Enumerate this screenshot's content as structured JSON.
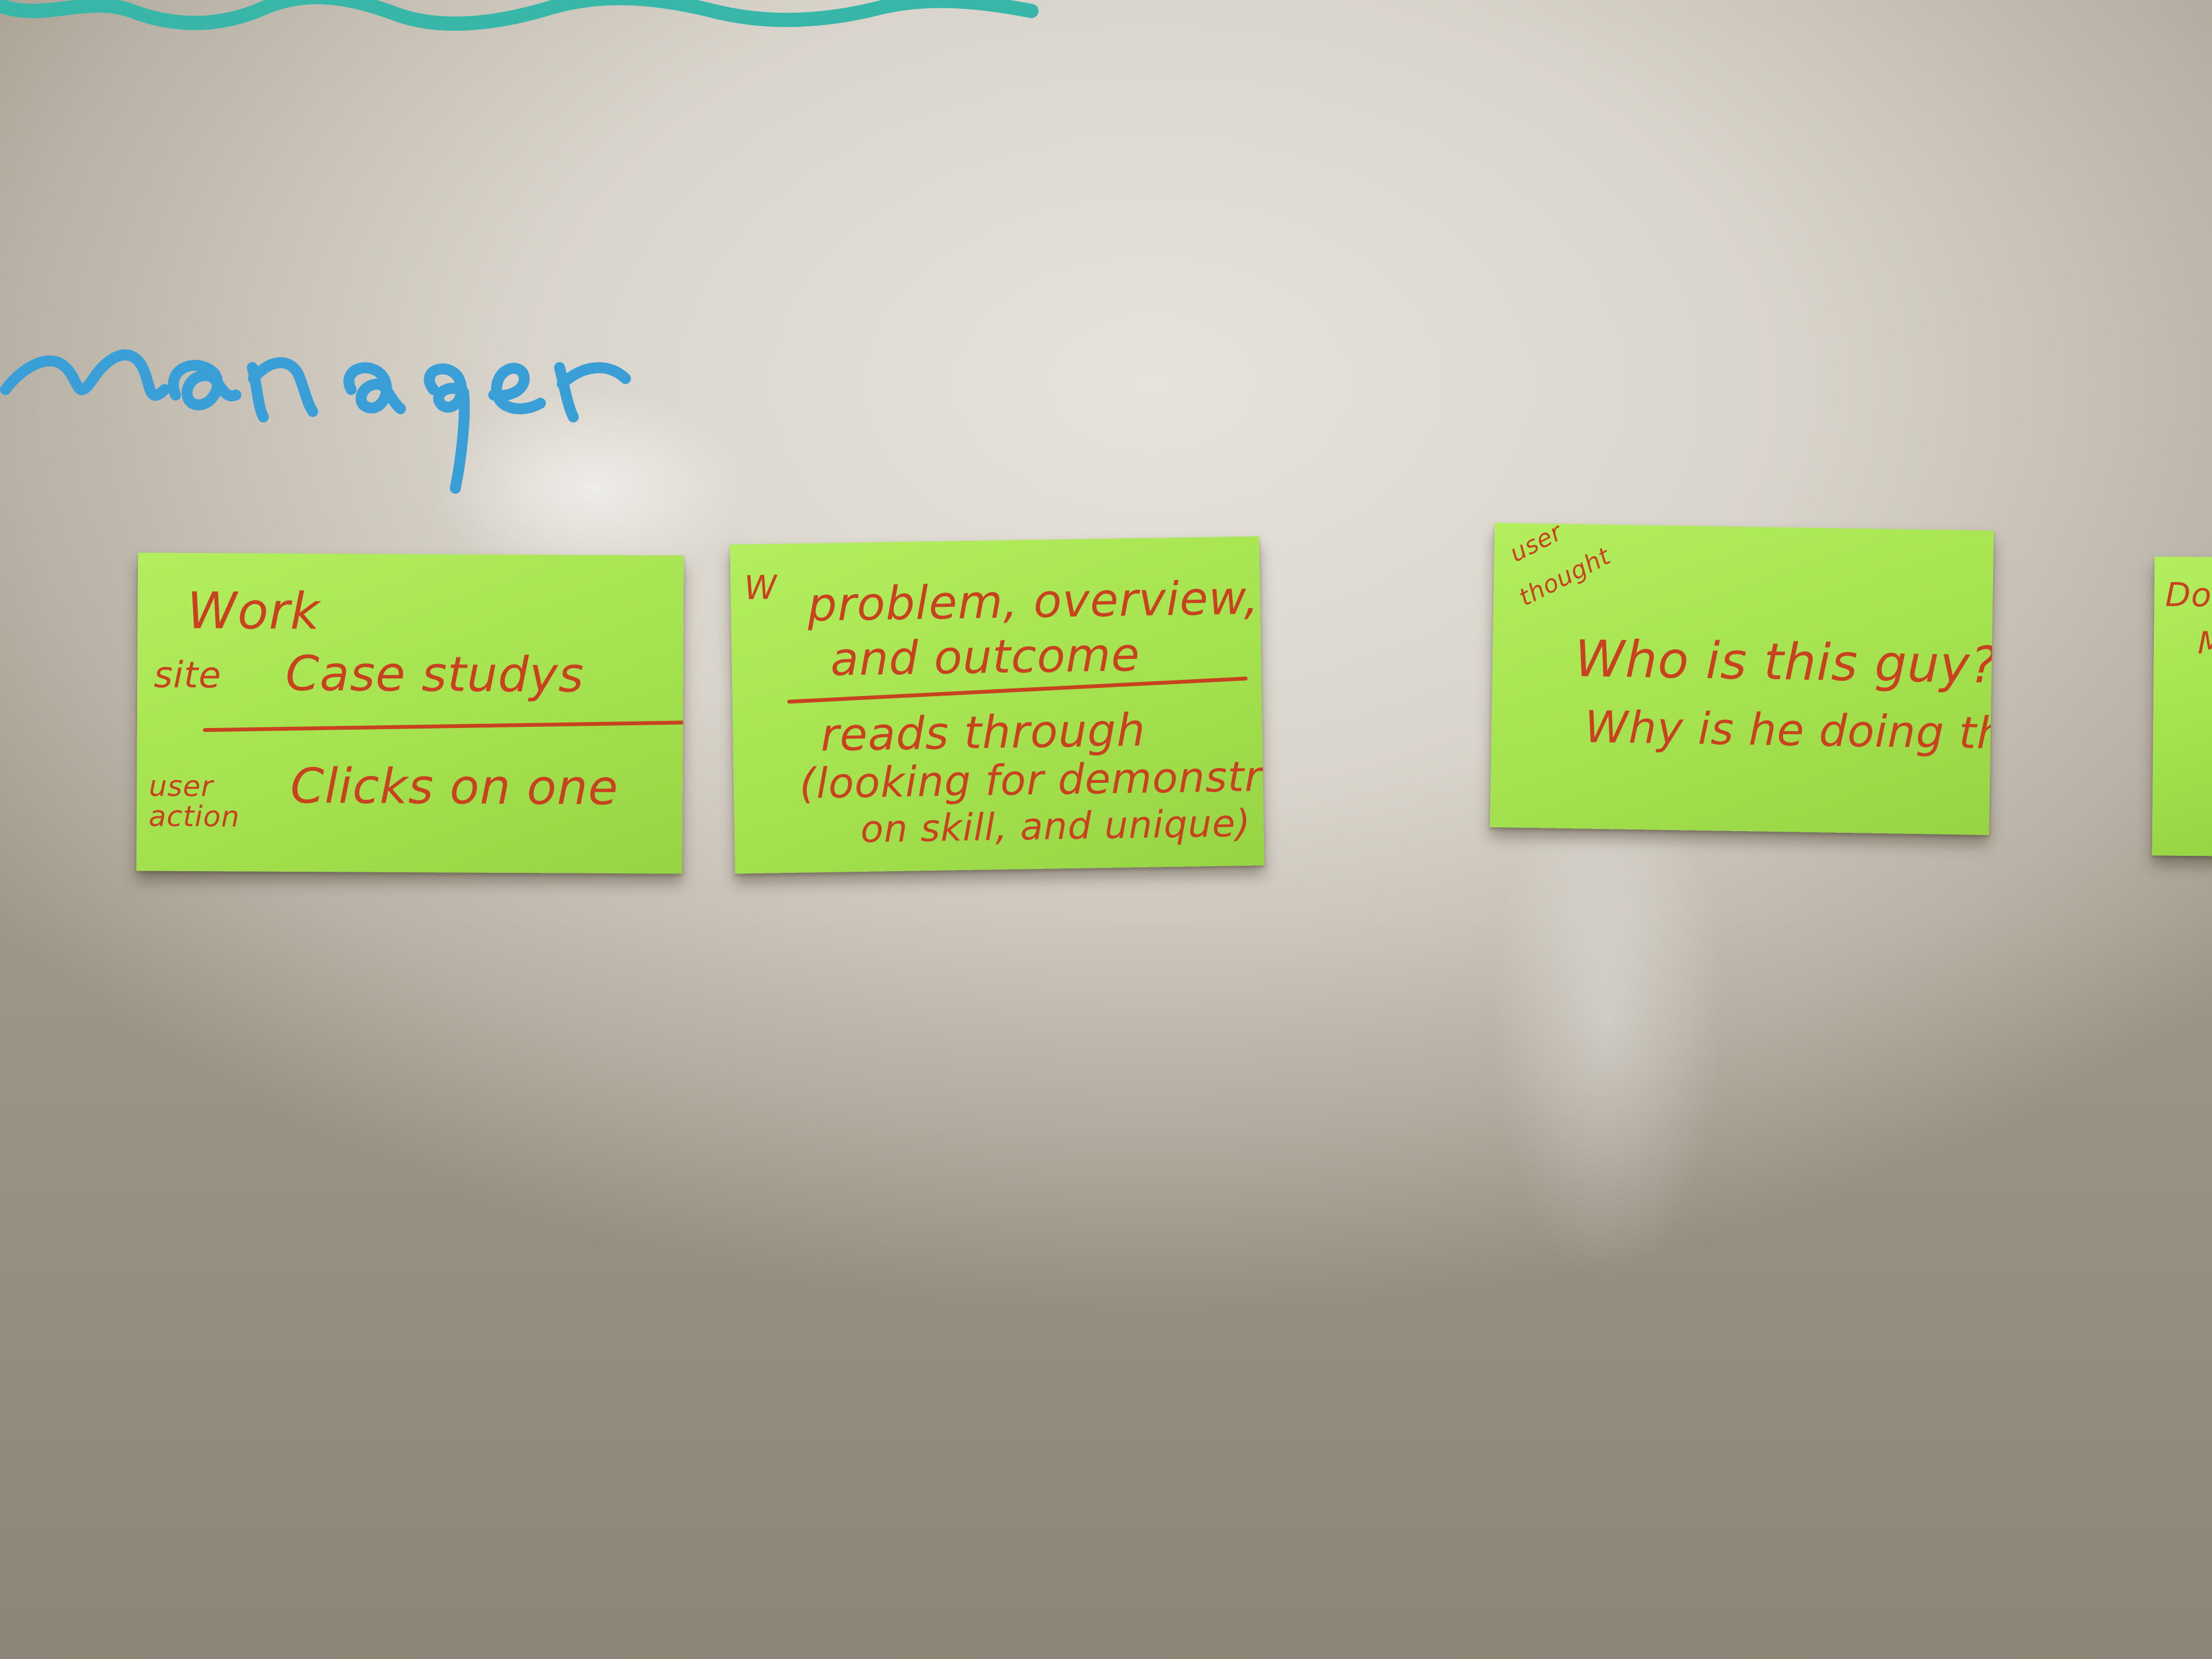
{
  "board": {
    "marker_text": "manager",
    "marker_color": "#3a9fd6",
    "top_marker_color": "#38b6a8"
  },
  "notes": [
    {
      "color": "#a5e24f",
      "ink": "#c9421f",
      "title": "Work",
      "row_label": "site",
      "heading": "Case studys",
      "label_line1": "user",
      "label_line2": "action",
      "body": "Clicks on one"
    },
    {
      "color": "#a5e24f",
      "ink": "#c9421f",
      "marker": "W",
      "heading_line1": "problem, overview,",
      "heading_line2": "and outcome",
      "body_line1": "reads through",
      "body_line2": "(looking for demonstratio",
      "body_line3": "on skill, and unique)"
    },
    {
      "color": "#a5e24f",
      "ink": "#c9421f",
      "label_line1": "user",
      "label_line2": "thought",
      "body_line1": "Who is this guy?",
      "body_line2": "Why is he doing this?"
    },
    {
      "color": "#a5e24f",
      "ink": "#c9421f",
      "partial_line1": "Do",
      "partial_line2": "M"
    }
  ]
}
